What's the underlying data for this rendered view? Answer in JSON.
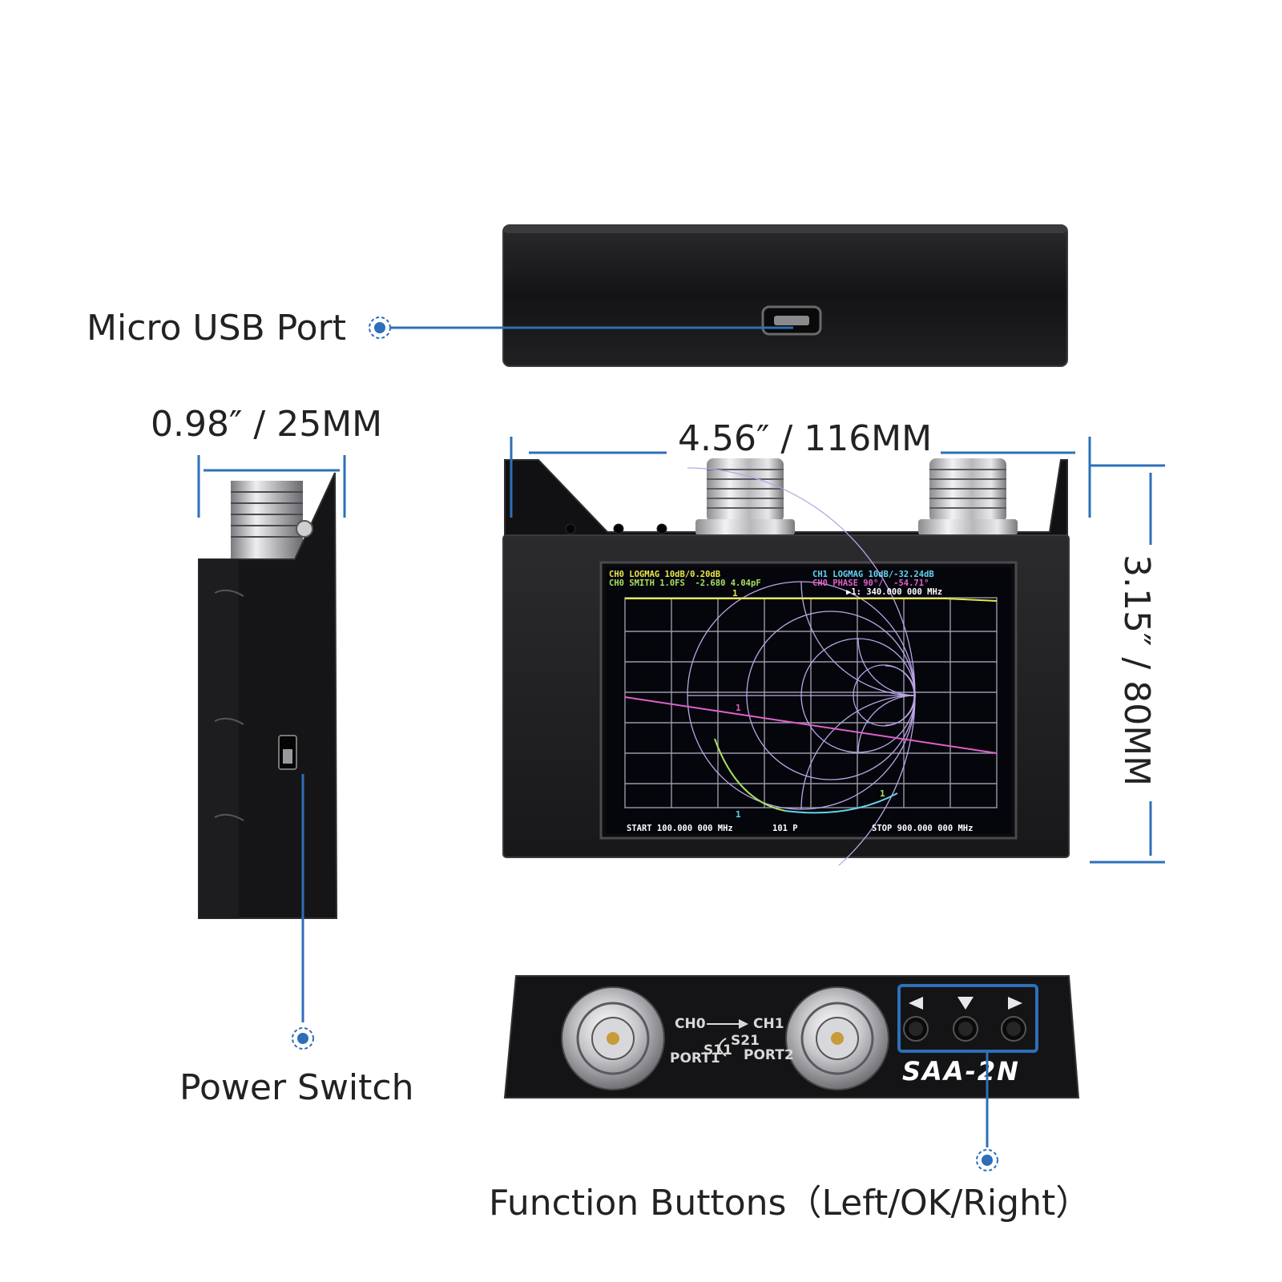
{
  "callouts": {
    "usb": "Micro USB Port",
    "power": "Power Switch",
    "buttons": "Function Buttons（Left/OK/Right）"
  },
  "dimensions": {
    "depth": "0.98″ / 25MM",
    "width": "4.56″ / 116MM",
    "height": "3.15″ / 80MM"
  },
  "screen": {
    "line1_left": "CH0 LOGMAG 10dB/0.20dB",
    "line2_left": "CH0 SMITH 1.0FS  -2.680 4.04pF",
    "line1_right": "CH1 LOGMAG 10dB/-32.24dB",
    "line2_right": "CH0 PHASE 90°/  -54.71°",
    "line3_right": "▶1: 340.000 000 MHz",
    "start": "START 100.000 000 MHz",
    "points": "101 P",
    "stop": "STOP 900.000 000 MHz",
    "marker": "1"
  },
  "front_panel": {
    "ch0": "CH0",
    "ch1": "CH1",
    "s21": "S21",
    "s11": "S11",
    "port1": "PORT1",
    "port2": "PORT2",
    "brand": "SAA-2N"
  },
  "colors": {
    "accent": "#2d6fb8",
    "device": "#1c1c1e",
    "screen_bg": "#05050c",
    "trace_yellow": "#e8e84a",
    "trace_cyan": "#63d3f0",
    "trace_magenta": "#e060c8",
    "trace_green": "#a8e060"
  }
}
